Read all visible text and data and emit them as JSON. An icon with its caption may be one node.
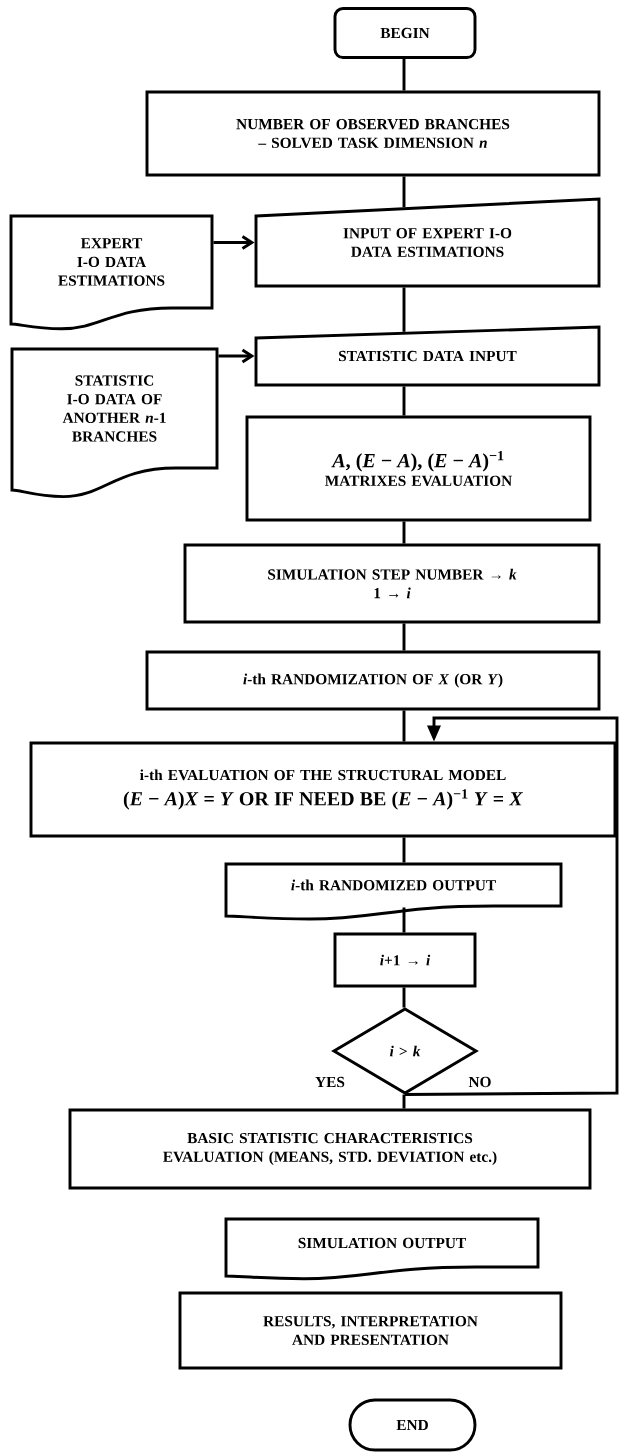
{
  "diagram": {
    "nodes": [
      {
        "text": [
          "BEGIN"
        ]
      },
      {
        "text": [
          "NUMBER OF OBSERVED BRANCHES – SOLVED TASK DIMENSION *n*"
        ]
      },
      {
        "text": [
          "EXPERT I-O DATA ESTIMATIONS"
        ]
      },
      {
        "text": [
          "INPUT OF EXPERT I-O DATA ESTIMATIONS"
        ]
      },
      {
        "text": [
          "STATISTIC I-O DATA OF ANOTHER *n*-1 BRANCHES"
        ]
      },
      {
        "text": [
          "STATISTIC DATA INPUT"
        ]
      },
      {
        "text": [
          "*A*, (*E* − *A*), (*E* − *A*)$^{−1}$",
          "MATRIXES EVALUATION"
        ]
      },
      {
        "text": [
          "SIMULATION STEP NUMBER → *k*",
          "1 → *i*"
        ]
      },
      {
        "text": [
          "*i*-th RANDOMIZATION OF *X* (OR *Y*)"
        ]
      },
      {
        "text": [
          "i-th EVALUATION OF THE STRUCTURAL MODEL",
          "(*E* − *A*)*X* = *Y* OR IF NEED BE (*E* − *A*)$^{−1}$ *Y* = *X*"
        ]
      },
      {
        "text": [
          "*i*-th RANDOMIZED OUTPUT"
        ]
      },
      {
        "text": [
          "*i*+1 → *i*"
        ]
      },
      {
        "text": [
          "*i* > *k*"
        ]
      },
      {
        "text": [
          "BASIC STATISTIC CHARACTERISTICS EVALUATION (MEANS, STD. DEVIATION etc.)"
        ]
      },
      {
        "text": [
          "SIMULATION OUTPUT"
        ]
      },
      {
        "text": [
          "RESULTS, INTERPRETATION AND PRESENTATION"
        ]
      },
      {
        "text": [
          "END"
        ]
      }
    ],
    "edges": [
      {
        "from": 0,
        "to": 1,
        "arrow": "none"
      },
      {
        "from": 1,
        "to": 3,
        "arrow": "none"
      },
      {
        "from": 2,
        "to": 3,
        "arrow": "to"
      },
      {
        "from": 3,
        "to": 5,
        "arrow": "none"
      },
      {
        "from": 4,
        "to": 5,
        "arrow": "to"
      },
      {
        "from": 5,
        "to": 6,
        "arrow": "none"
      },
      {
        "from": 6,
        "to": 7,
        "arrow": "none"
      },
      {
        "from": 7,
        "to": 8,
        "arrow": "none"
      },
      {
        "from": 8,
        "to": 9,
        "arrow": "none"
      },
      {
        "from": 9,
        "to": 10,
        "arrow": "none"
      },
      {
        "from": 10,
        "to": 11,
        "arrow": "none"
      },
      {
        "from": 11,
        "to": 12,
        "arrow": "none"
      },
      {
        "from": 12,
        "to": 13,
        "arrow": "none",
        "label": "YES"
      },
      {
        "from": 12,
        "to": 9,
        "arrow": "to",
        "label": "NO"
      }
    ]
  }
}
